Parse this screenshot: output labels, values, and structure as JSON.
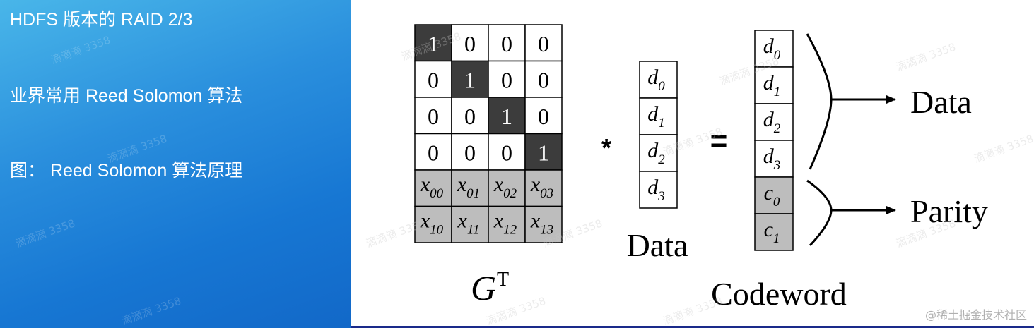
{
  "left_panel": {
    "title": "HDFS 版本的 RAID 2/3",
    "line2": "业界常用 Reed Solomon 算法",
    "line3": "图： Reed Solomon 算法原理"
  },
  "diagram": {
    "matrix_label_main": "G",
    "matrix_label_sup": "T",
    "identity_rows": [
      [
        "1",
        "0",
        "0",
        "0"
      ],
      [
        "0",
        "1",
        "0",
        "0"
      ],
      [
        "0",
        "0",
        "1",
        "0"
      ],
      [
        "0",
        "0",
        "0",
        "1"
      ]
    ],
    "coeff_rows": [
      [
        "00",
        "01",
        "02",
        "03"
      ],
      [
        "10",
        "11",
        "12",
        "13"
      ]
    ],
    "coeff_symbol": "x",
    "operator_multiply": "*",
    "operator_equals": "=",
    "data_vector": [
      "0",
      "1",
      "2",
      "3"
    ],
    "data_symbol": "d",
    "data_label": "Data",
    "codeword_data": [
      "0",
      "1",
      "2",
      "3"
    ],
    "codeword_parity": [
      "0",
      "1"
    ],
    "parity_symbol": "c",
    "codeword_label": "Codeword",
    "output_data_label": "Data",
    "output_parity_label": "Parity"
  },
  "watermark": "滴滴滴 3358",
  "credit": "@稀土掘金技术社区",
  "colors": {
    "panel_blue": "#1a7ad4",
    "identity_dark": "#3c3c3c",
    "coeff_gray": "#bdbdbd",
    "parity_gray": "#bdbdbd"
  }
}
